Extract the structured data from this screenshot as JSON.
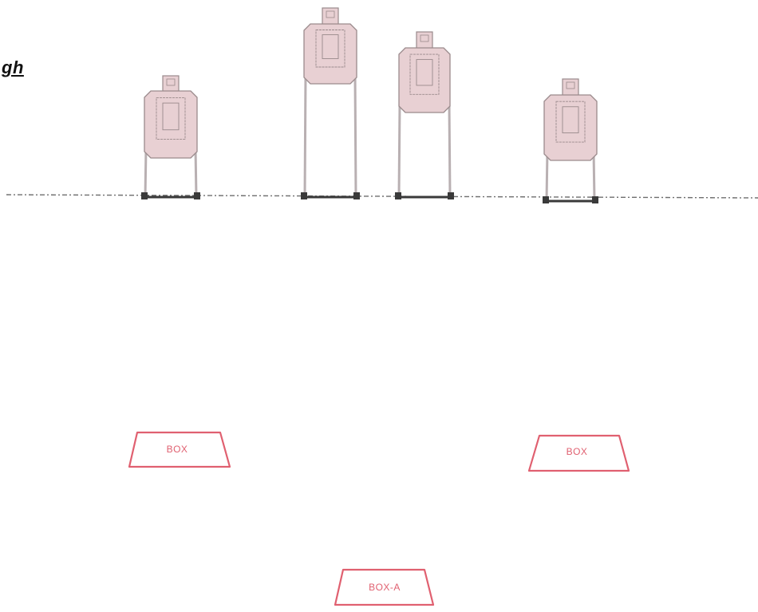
{
  "heading_fragment": "gh",
  "colors": {
    "target_fill": "#e8d0d3",
    "target_stroke": "#9a8a8c",
    "stand_leg": "#b9b0b2",
    "stand_base": "#3a3a3a",
    "ground_line": "#6e6e6e",
    "box_stroke": "#e06070",
    "box_text": "#e06070"
  },
  "targets": [
    {
      "name": "target-1",
      "icon": "steel-target-icon"
    },
    {
      "name": "target-2",
      "icon": "steel-target-icon"
    },
    {
      "name": "target-3",
      "icon": "steel-target-icon"
    },
    {
      "name": "target-4",
      "icon": "steel-target-icon"
    }
  ],
  "boxes": [
    {
      "name": "box-left",
      "label": "BOX"
    },
    {
      "name": "box-right",
      "label": "BOX"
    },
    {
      "name": "box-a",
      "label": "BOX-A"
    }
  ]
}
